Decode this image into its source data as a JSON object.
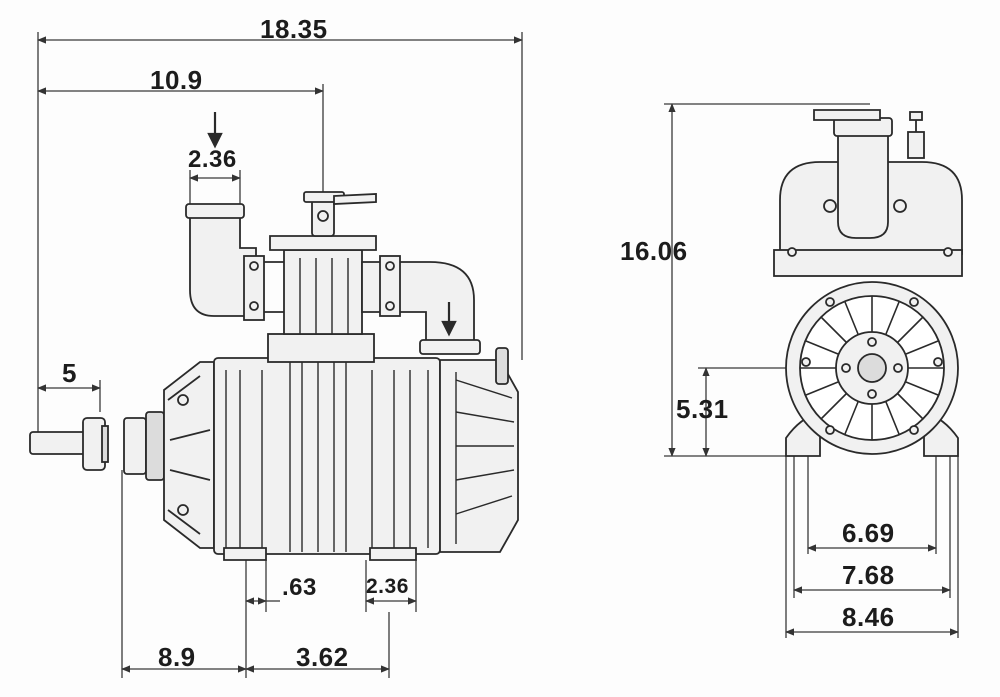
{
  "dimensions": {
    "overall_length": "18.35",
    "inlet_offset": "10.9",
    "port_width_top": "2.36",
    "shaft_length": "5",
    "foot_gap": ".63",
    "foot_width": "2.36",
    "shaft_to_foot": "8.9",
    "foot_spacing": "3.62",
    "overall_height": "16.06",
    "shaft_height": "5.31",
    "foot_inner_width": "6.69",
    "foot_hole_spacing": "7.68",
    "base_width": "8.46"
  },
  "colors": {
    "line": "#2a2a2a",
    "body_fill": "#f1f1f1",
    "shade_fill": "#dcdcdc",
    "dim_line": "#3a3a3a"
  }
}
